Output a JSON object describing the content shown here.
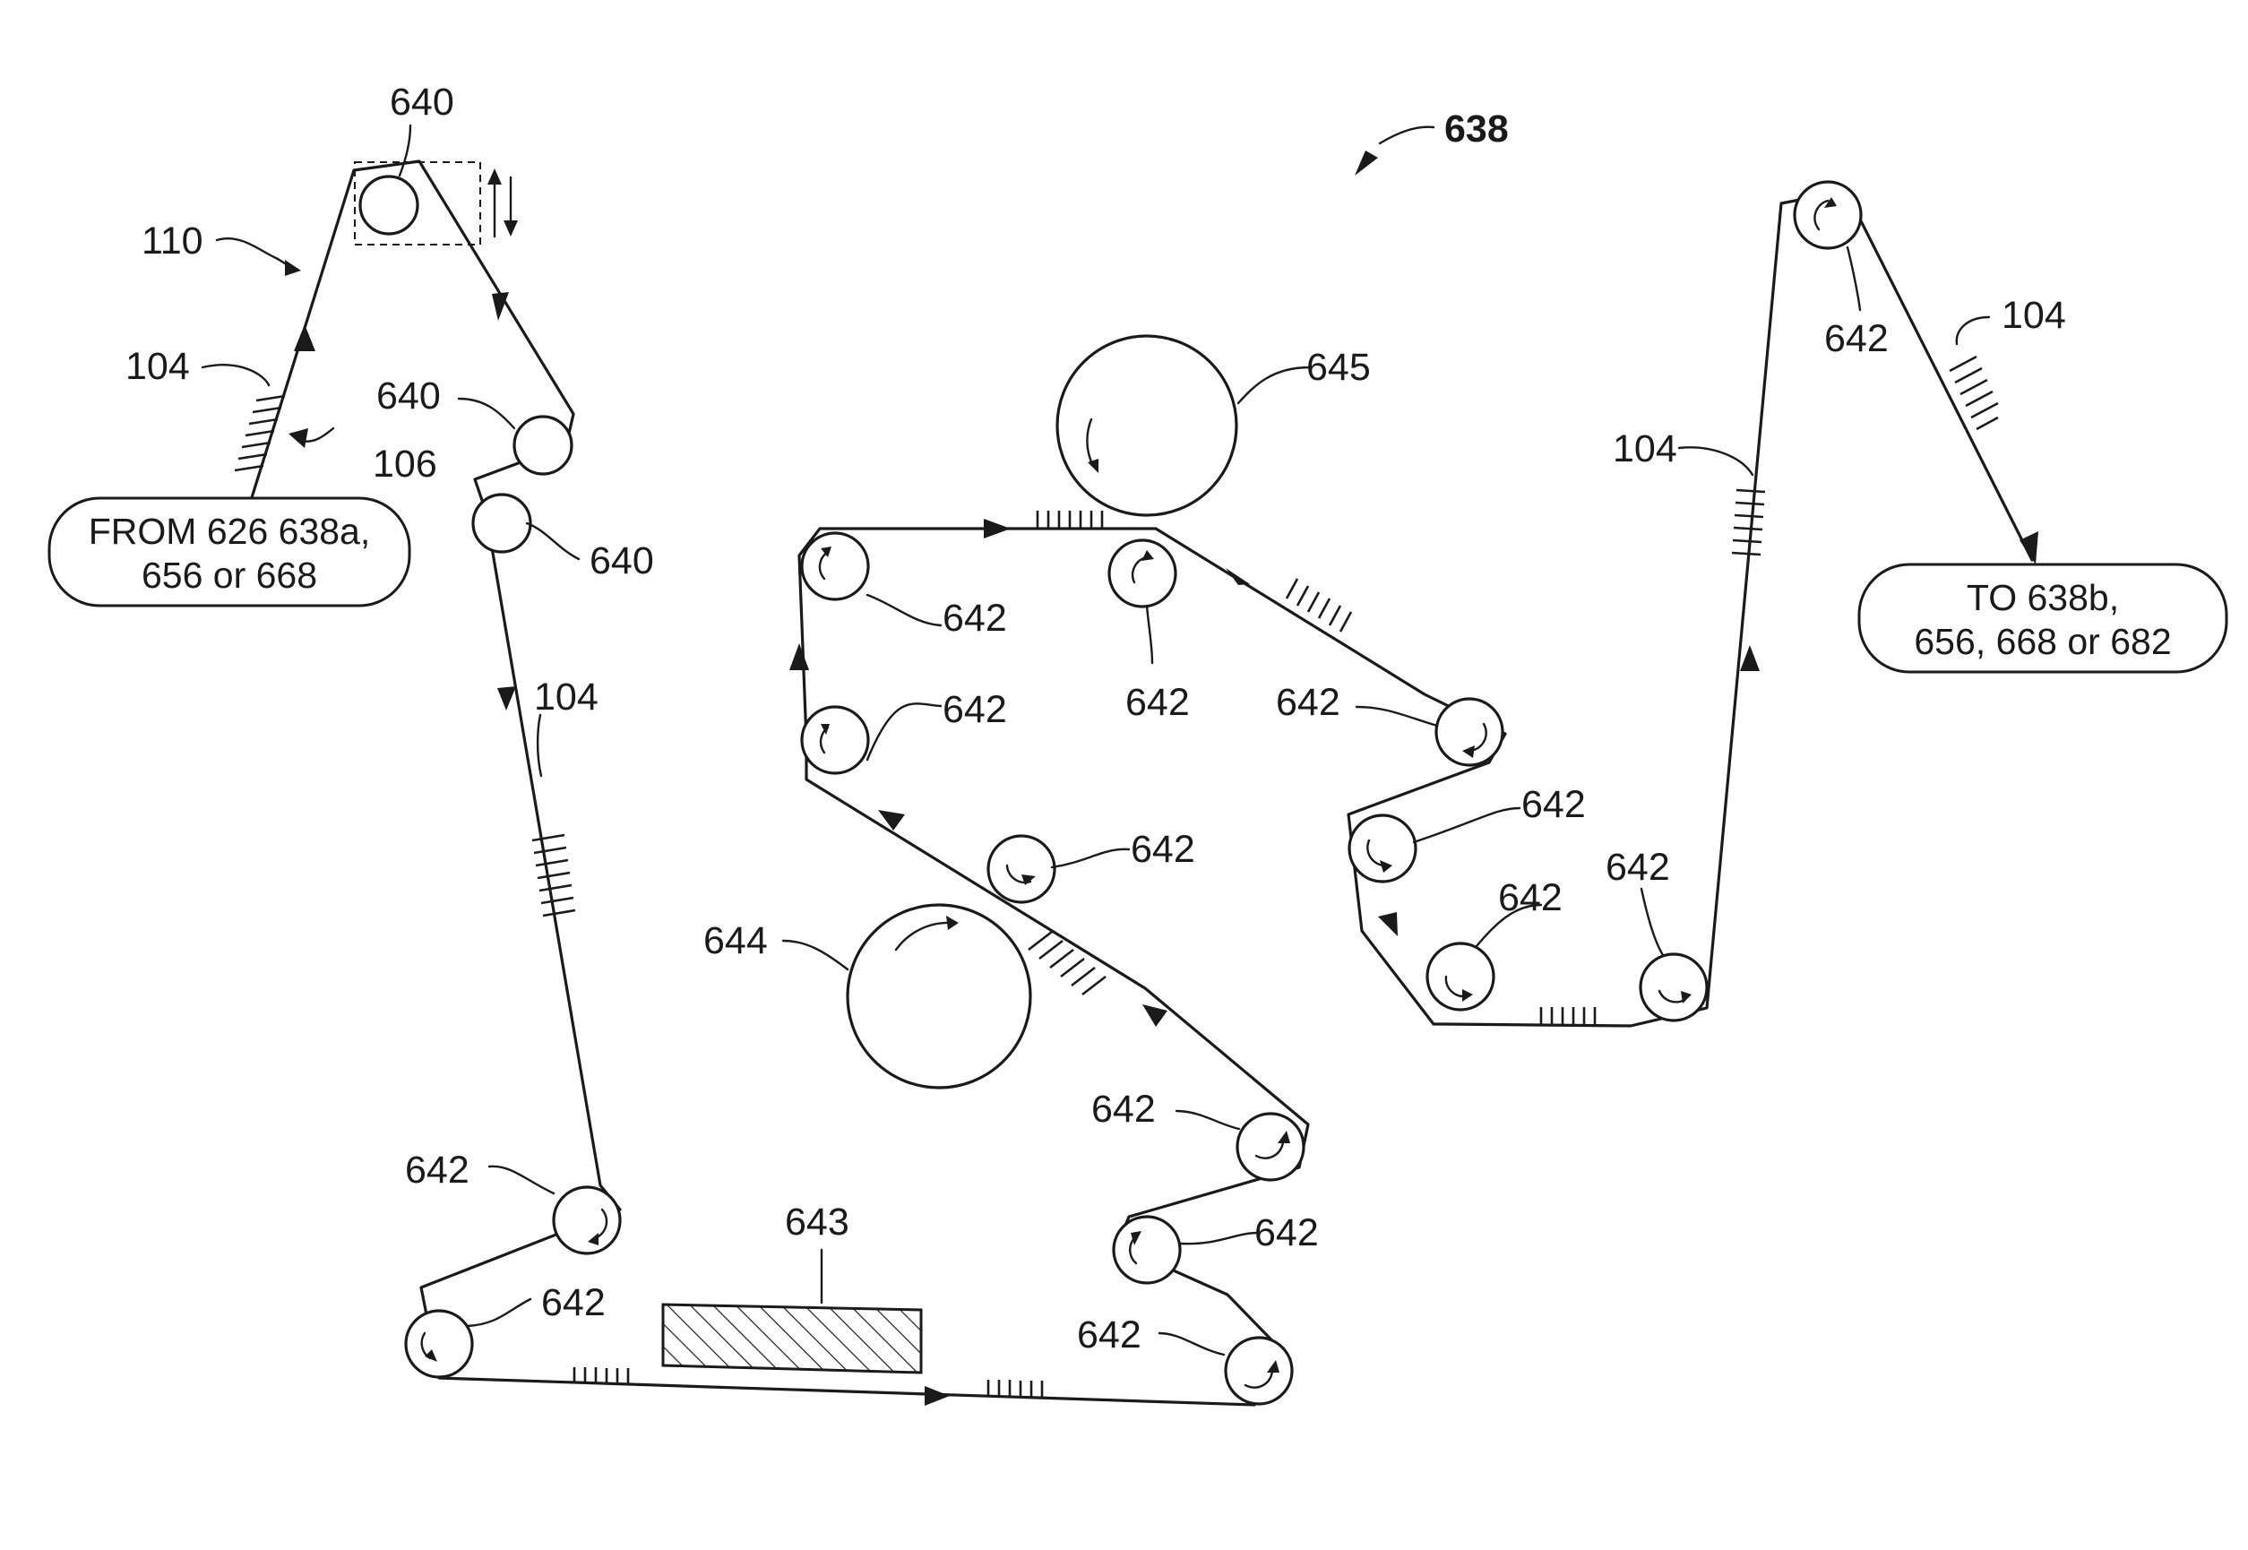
{
  "figure": {
    "reference": "638",
    "web_ref": "110",
    "elements_label": "104",
    "elements_side_label": "106"
  },
  "guide_rolls": {
    "label": "640"
  },
  "drive_rolls": {
    "label": "642"
  },
  "station": {
    "label": "643"
  },
  "anvil_roll_lower": {
    "label": "644"
  },
  "anvil_roll_upper": {
    "label": "645"
  },
  "source_box": {
    "line1": "FROM 626 638a,",
    "line2": "656 or 668"
  },
  "dest_box": {
    "line1": "TO 638b,",
    "line2": "656, 668 or 682"
  }
}
